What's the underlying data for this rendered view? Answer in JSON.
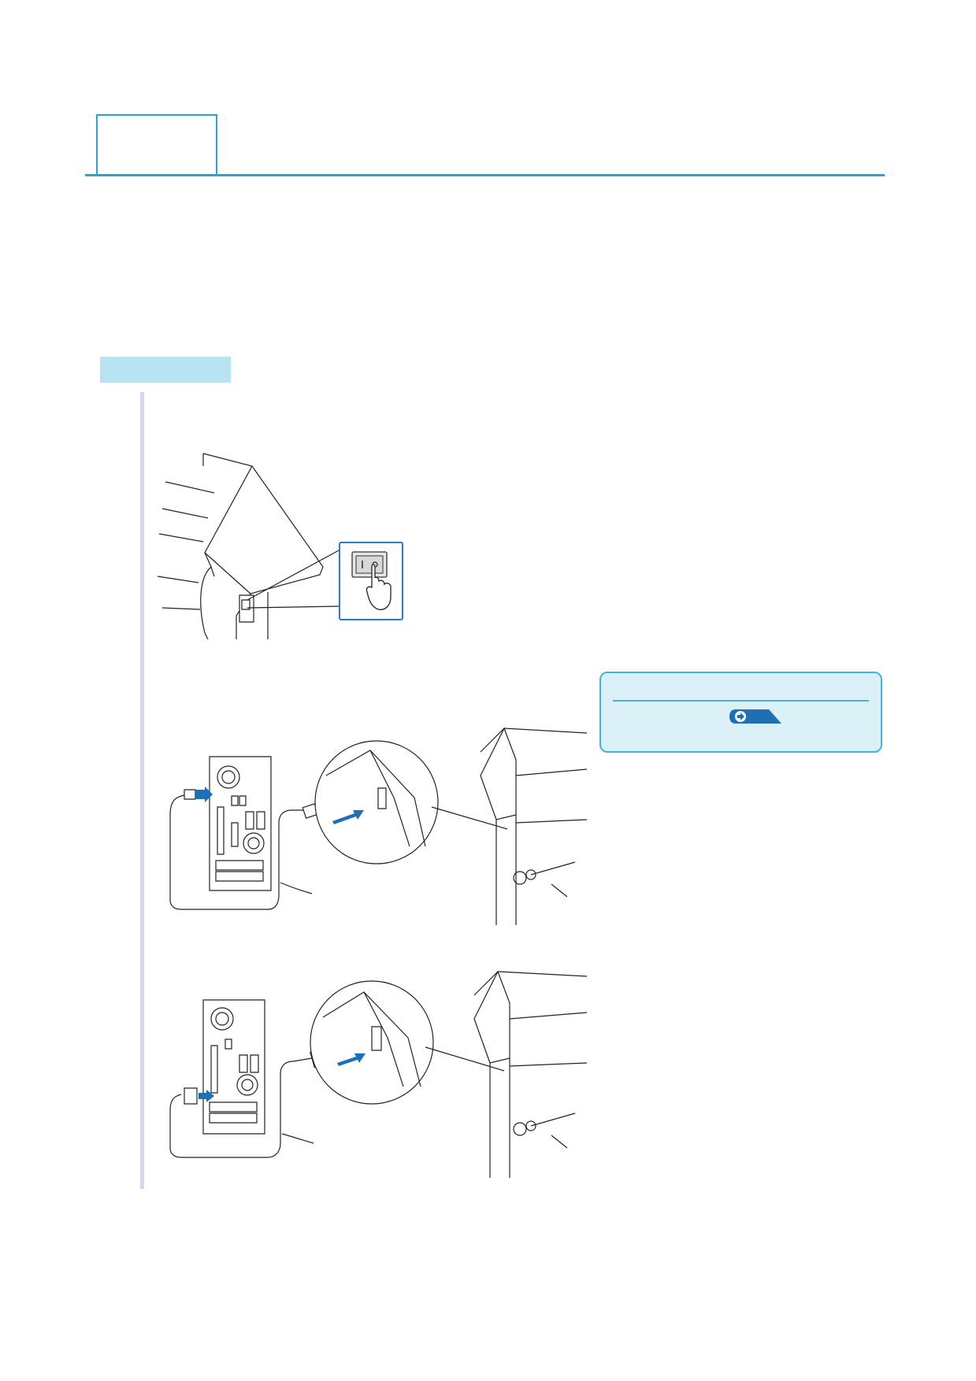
{
  "colors": {
    "accent": "#2aa3d9",
    "section_fill": "#b7e3f2",
    "note_fill": "#dcf0f8",
    "note_border": "#43b2e0",
    "step_line": "#d6d6ec",
    "arrow_blue": "#1f6fb5"
  },
  "icons": [
    "power-switch-icon",
    "pointing-hand-icon",
    "arrow-right-icon"
  ],
  "figures": [
    "power-switch-figure",
    "usb-cable-figure",
    "rs232c-cable-figure"
  ]
}
